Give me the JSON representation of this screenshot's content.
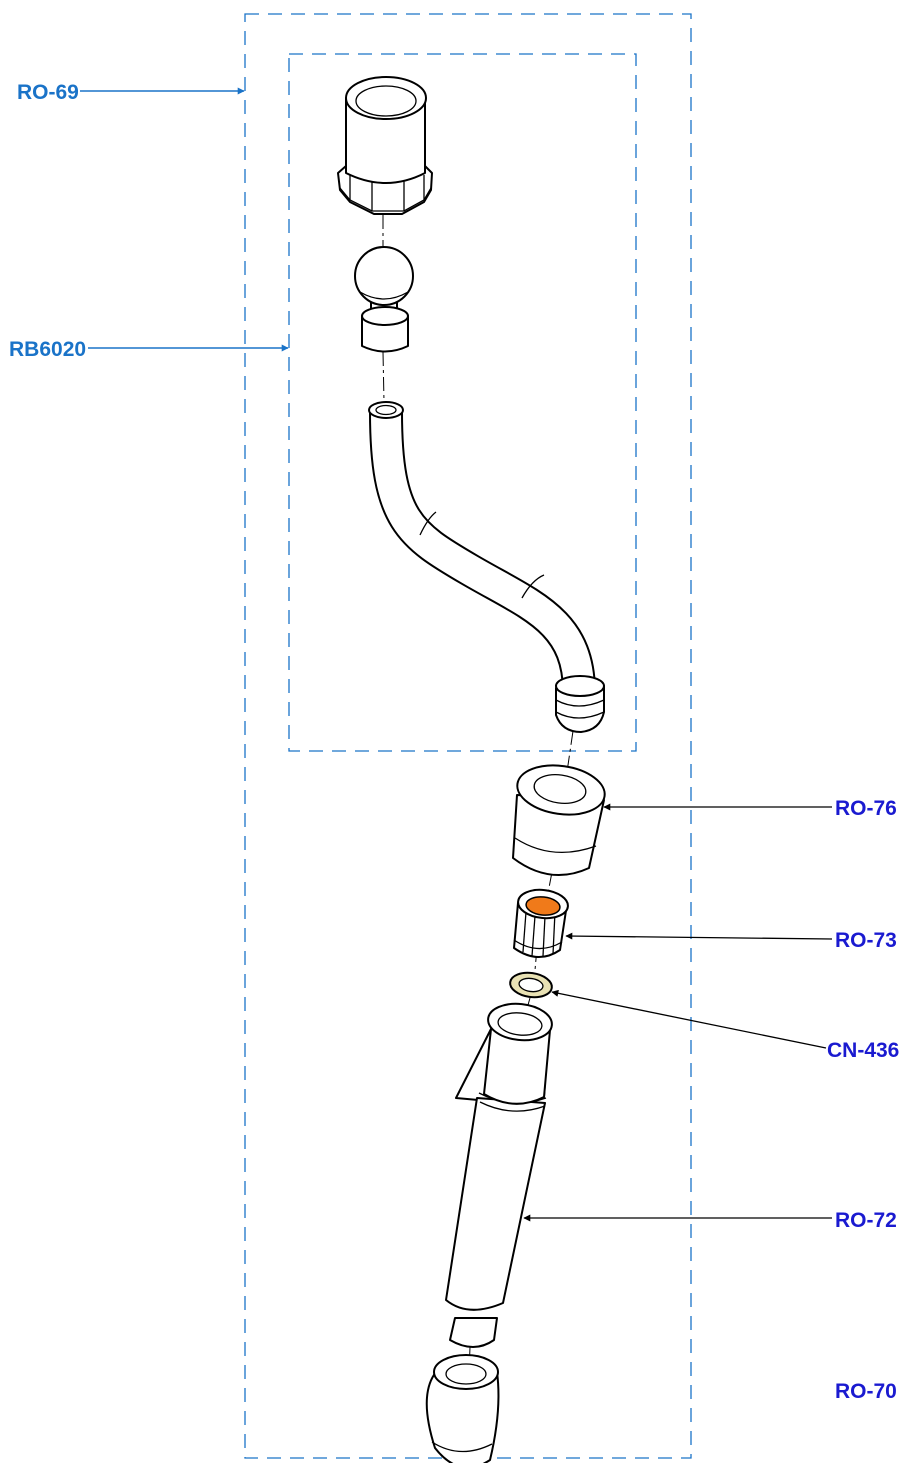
{
  "diagram": {
    "colors": {
      "boundary": "#1a73c8",
      "label_blue_light": "#1a73c8",
      "label_blue_dark": "#1a1ad0",
      "leader_black": "#000000",
      "ring_orange": "#f07a1a",
      "washer_tan": "#e9e2b4"
    },
    "callouts": [
      {
        "id": "ro69",
        "text": "RO-69"
      },
      {
        "id": "rb6020",
        "text": "RB6020"
      },
      {
        "id": "ro76",
        "text": "RO-76"
      },
      {
        "id": "ro73",
        "text": "RO-73"
      },
      {
        "id": "cn436",
        "text": "CN-436"
      },
      {
        "id": "ro72",
        "text": "RO-72"
      },
      {
        "id": "ro70",
        "text": "RO-70"
      }
    ]
  }
}
